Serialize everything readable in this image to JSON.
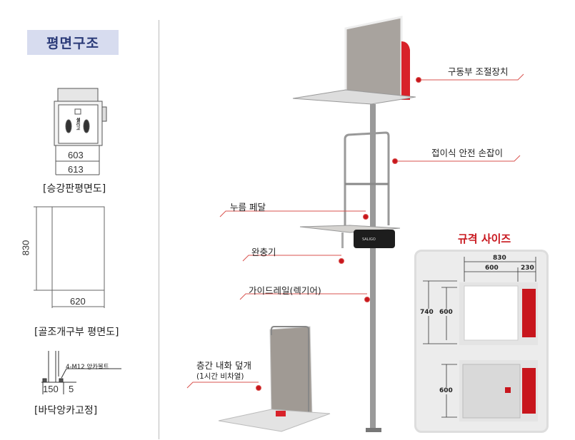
{
  "section_title": "평면구조",
  "left_drawings": {
    "platform_plan": {
      "caption": "[승강판평면도]",
      "dim_inner": "603",
      "dim_outer": "613",
      "floor_label": "셀리고"
    },
    "frame_opening_plan": {
      "caption": "[골조개구부 평면도]",
      "dim_height": "830",
      "dim_width": "620"
    },
    "floor_anchor": {
      "caption": "[바닥앙카고정]",
      "bolt_label": "4-M12  앙카볼트",
      "dim_width": "150",
      "dim_height": "5"
    }
  },
  "callouts": [
    {
      "label": "구동부 조절장치"
    },
    {
      "label": "접이식 안전 손잡이"
    },
    {
      "label": "누름 페달"
    },
    {
      "label": "완충기"
    },
    {
      "label": "가이드레일(렉기어)"
    },
    {
      "label": "층간 내화 덮개",
      "sublabel": "(1시간 비차열)"
    }
  ],
  "spec": {
    "title": "규격 사이즈",
    "dims": {
      "total_width": "830",
      "platform_width": "600",
      "drive_width": "230",
      "total_depth": "740",
      "platform_depth": "600",
      "lower_depth": "600"
    }
  },
  "motor_badge": "SALIGO",
  "colors": {
    "accent": "#c8161d",
    "title_bg": "#d7dcef",
    "title_text": "#2a3a78"
  }
}
